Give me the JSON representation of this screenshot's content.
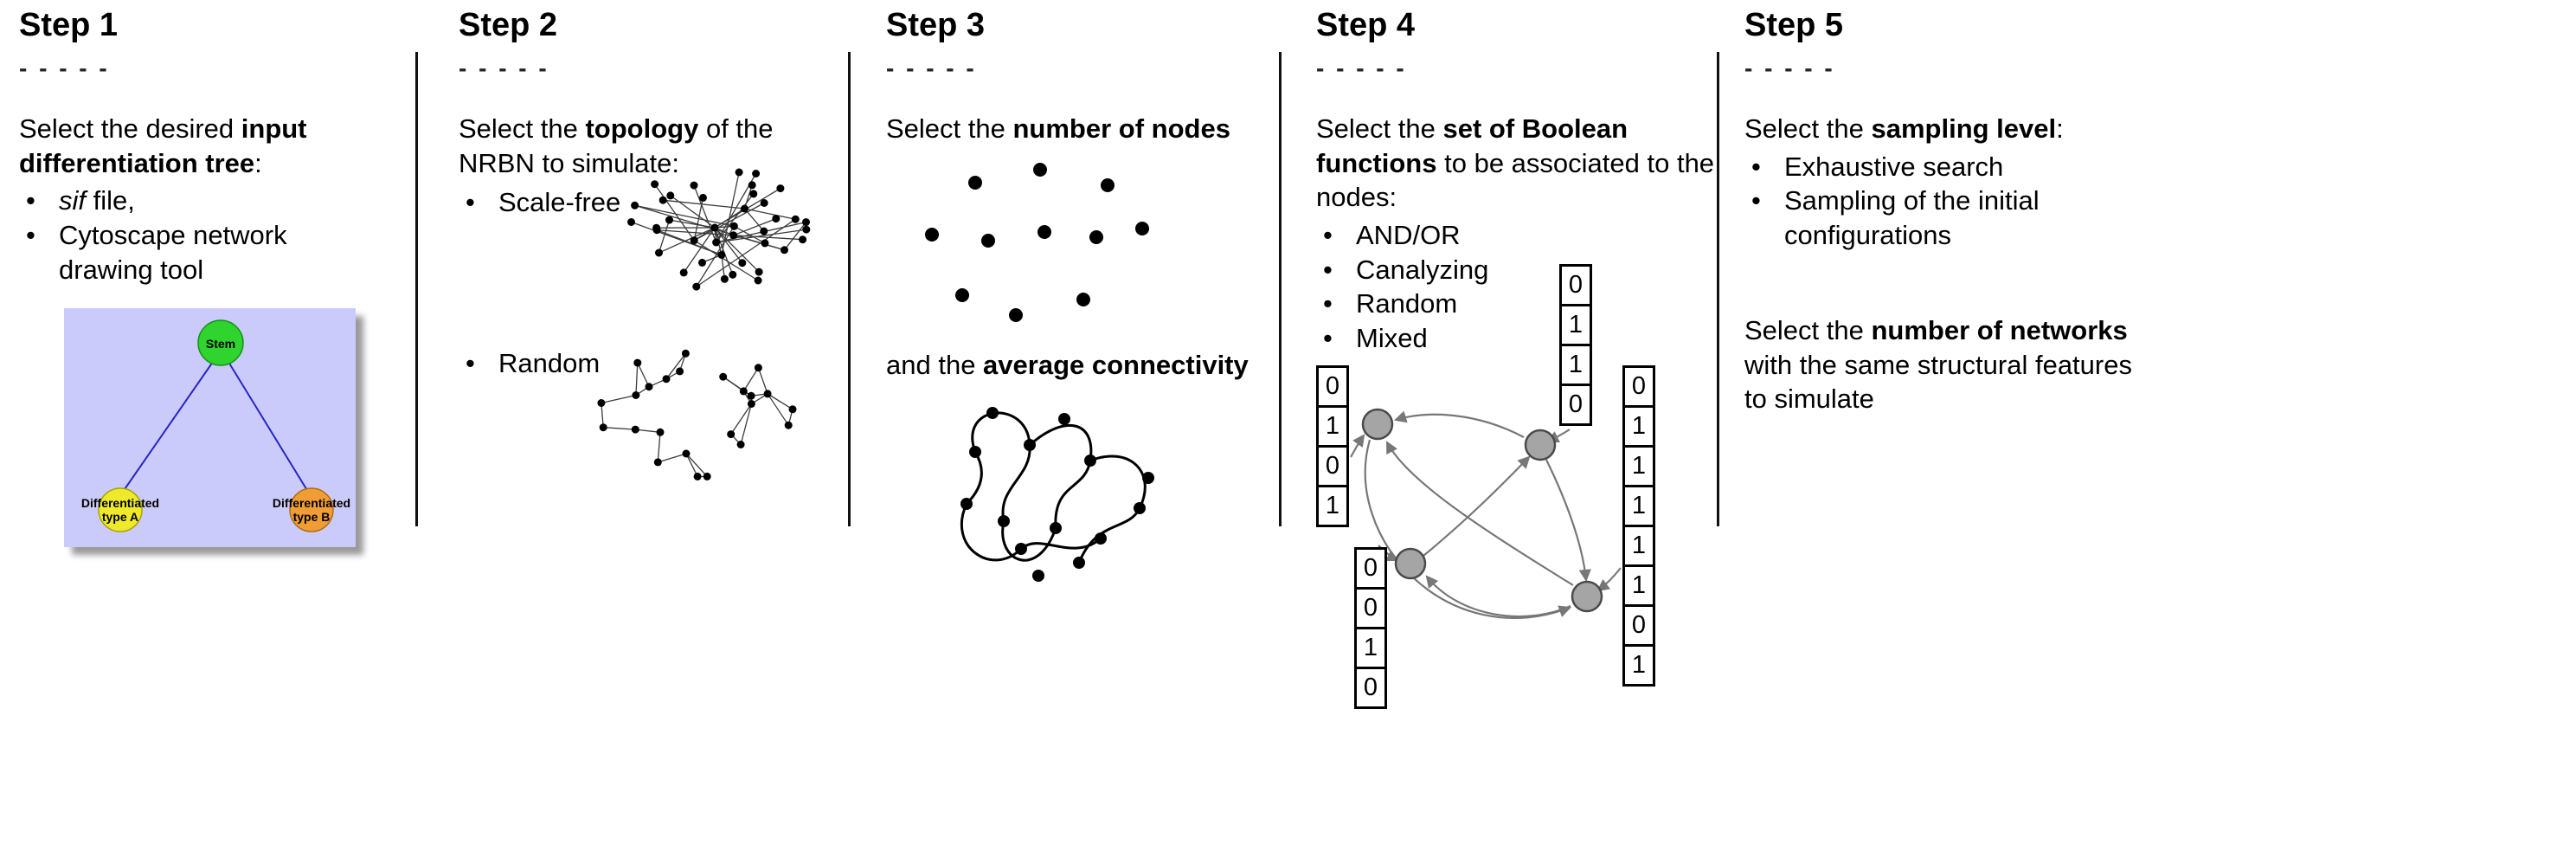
{
  "steps": [
    {
      "title": "Step 1",
      "dashes": "- - - - -",
      "intro": {
        "pre": "Select the desired ",
        "bold": "input differentiation tree",
        "post": ":"
      },
      "bullets": [
        {
          "italic": "sif",
          "rest": " file,"
        },
        {
          "text": "Cytoscape network drawing tool"
        }
      ],
      "tree": {
        "stem_label": "Stem",
        "node_a_line1": "Differentiated",
        "node_a_line2": "type A",
        "node_b_line1": "Differentiated",
        "node_b_line2": "type B",
        "background_color": "#cbcbfb",
        "stem_color": "#2fd42f",
        "type_a_color": "#eeea2b",
        "type_b_color": "#f09d35",
        "edge_color": "#2626c4"
      }
    },
    {
      "title": "Step 2",
      "dashes": "- - - - -",
      "intro": {
        "pre": "Select the ",
        "bold": "topology",
        "post": " of the NRBN to simulate:"
      },
      "bullets": [
        {
          "text": "Scale-free"
        },
        {
          "text": "Random"
        }
      ]
    },
    {
      "title": "Step 3",
      "dashes": "- - - - -",
      "intro": {
        "pre": "Select the ",
        "bold": "number of nodes",
        "post": ""
      },
      "connectivity": {
        "pre": "and the ",
        "bold": "average connectivity",
        "post": ""
      }
    },
    {
      "title": "Step 4",
      "dashes": "- - - - -",
      "intro": {
        "pre": "Select the ",
        "bold": "set of Boolean functions",
        "post": " to be associated to the nodes:"
      },
      "bullets": [
        {
          "text": "AND/OR"
        },
        {
          "text": "Canalyzing"
        },
        {
          "text": "Random"
        },
        {
          "text": "Mixed"
        }
      ],
      "truth_tables": {
        "left": [
          "0",
          "1",
          "0",
          "1"
        ],
        "top": [
          "0",
          "1",
          "1",
          "0"
        ],
        "bottom_left": [
          "0",
          "0",
          "1",
          "0"
        ],
        "right": [
          "0",
          "1",
          "1",
          "1",
          "1",
          "1",
          "0",
          "1"
        ]
      }
    },
    {
      "title": "Step 5",
      "dashes": "- - - - -",
      "intro": {
        "pre": "Select the ",
        "bold": "sampling level",
        "post": ":"
      },
      "bullets": [
        {
          "text": "Exhaustive search"
        },
        {
          "text": "Sampling of the initial configurations"
        }
      ],
      "paragraph2": {
        "pre": "Select the ",
        "bold": "number of networks",
        "post": " with the same structural features to simulate"
      }
    }
  ]
}
